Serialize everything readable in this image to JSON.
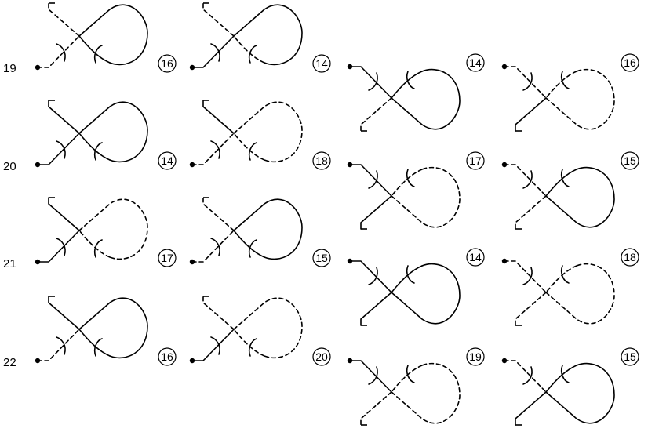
{
  "row_labels": [
    "19",
    "20",
    "21",
    "22"
  ],
  "figures": [
    {
      "id": "19a",
      "badge": "16",
      "start": "bottom",
      "style": [
        "dashed",
        "solid",
        "solid",
        "dashed"
      ]
    },
    {
      "id": "19b",
      "badge": "14",
      "start": "bottom",
      "style": [
        "solid",
        "solid",
        "dashed",
        "dashed"
      ]
    },
    {
      "id": "20a",
      "badge": "14",
      "start": "bottom",
      "style": [
        "solid",
        "solid",
        "solid",
        "solid"
      ]
    },
    {
      "id": "20b",
      "badge": "18",
      "start": "bottom",
      "style": [
        "dashed",
        "dashed",
        "dashed",
        "solid"
      ]
    },
    {
      "id": "21a",
      "badge": "17",
      "start": "bottom",
      "style": [
        "solid",
        "dashed",
        "dashed",
        "solid"
      ]
    },
    {
      "id": "21b",
      "badge": "15",
      "start": "bottom",
      "style": [
        "dashed",
        "solid",
        "solid",
        "dashed"
      ]
    },
    {
      "id": "22a",
      "badge": "16",
      "start": "bottom",
      "style": [
        "dashed",
        "solid",
        "solid",
        "solid"
      ]
    },
    {
      "id": "22b",
      "badge": "20",
      "start": "bottom",
      "style": [
        "solid",
        "dashed",
        "dashed",
        "dashed"
      ]
    },
    {
      "id": "c1",
      "badge": "14",
      "start": "top",
      "style": [
        "solid",
        "solid",
        "solid",
        "dashed"
      ]
    },
    {
      "id": "d1",
      "badge": "16",
      "start": "top",
      "style": [
        "dashed",
        "dashed",
        "dashed",
        "solid"
      ]
    },
    {
      "id": "c2",
      "badge": "17",
      "start": "top",
      "style": [
        "solid",
        "dashed",
        "dashed",
        "solid"
      ]
    },
    {
      "id": "d2",
      "badge": "15",
      "start": "top",
      "style": [
        "dashed",
        "solid",
        "solid",
        "dashed"
      ]
    },
    {
      "id": "c3",
      "badge": "14",
      "start": "top",
      "style": [
        "solid",
        "solid",
        "solid",
        "solid"
      ]
    },
    {
      "id": "d3",
      "badge": "18",
      "start": "top",
      "style": [
        "dashed",
        "dashed",
        "dashed",
        "dashed"
      ]
    },
    {
      "id": "c4",
      "badge": "19",
      "start": "top",
      "style": [
        "solid",
        "dashed",
        "dashed",
        "dashed"
      ]
    },
    {
      "id": "d4",
      "badge": "15",
      "start": "top",
      "style": [
        "dashed",
        "solid",
        "solid",
        "solid"
      ]
    }
  ]
}
